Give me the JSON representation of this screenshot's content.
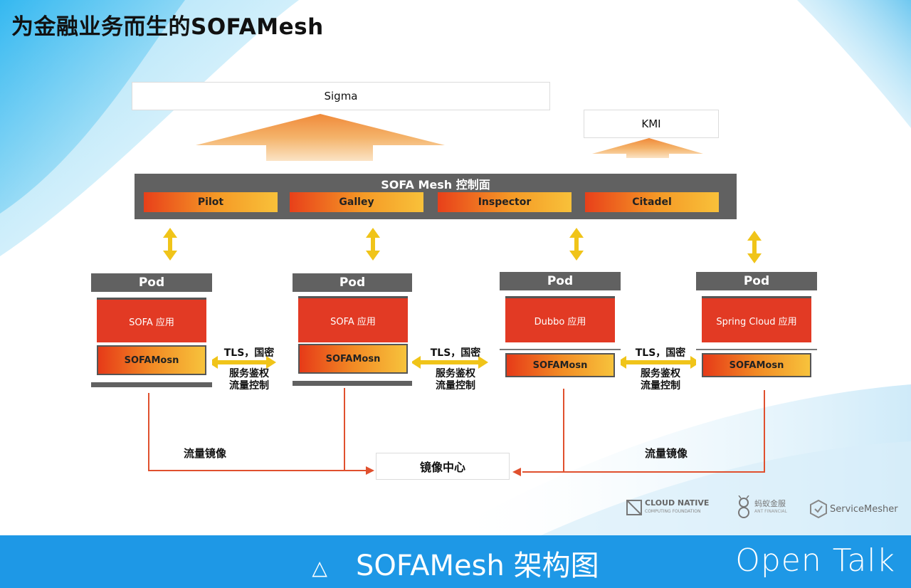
{
  "slide_title": "为金融业务而生的SOFAMesh",
  "sigma": {
    "label": "Sigma"
  },
  "kmi": {
    "label": "KMI"
  },
  "control_plane": {
    "title": "SOFA Mesh 控制面",
    "components": [
      "Pilot",
      "Galley",
      "Inspector",
      "Citadel"
    ]
  },
  "pods": [
    {
      "header": "Pod",
      "app": "SOFA 应用",
      "sidecar": "SOFAMosn"
    },
    {
      "header": "Pod",
      "app": "SOFA 应用",
      "sidecar": "SOFAMosn"
    },
    {
      "header": "Pod",
      "app": "Dubbo 应用",
      "sidecar": "SOFAMosn"
    },
    {
      "header": "Pod",
      "app": "Spring Cloud 应用",
      "sidecar": "SOFAMosn"
    }
  ],
  "links": [
    {
      "line1": "TLS，国密",
      "line2": "服务鉴权",
      "line3": "流量控制"
    },
    {
      "line1": "TLS，国密",
      "line2": "服务鉴权",
      "line3": "流量控制"
    },
    {
      "line1": "TLS，国密",
      "line2": "服务鉴权",
      "line3": "流量控制"
    }
  ],
  "mirror_labels": [
    "流量镜像",
    "流量镜像"
  ],
  "mirror_center": "镜像中心",
  "logos": {
    "cncf_line1": "CLOUD NATIVE",
    "cncf_line2": "COMPUTING FOUNDATION",
    "ant_line1": "蚂蚁金服",
    "ant_line2": "ANT FINANCIAL",
    "servicemesher": "ServiceMesher"
  },
  "caption": {
    "triangle": "△",
    "text": "SOFAMesh 架构图"
  },
  "brand": "Open Talk",
  "colors": {
    "dark_gray": "#616161",
    "app_red": "#e23a24",
    "arrow_yellow": "#f0c419",
    "flow_red": "#e0502e",
    "bar_blue": "#1e98e6"
  }
}
